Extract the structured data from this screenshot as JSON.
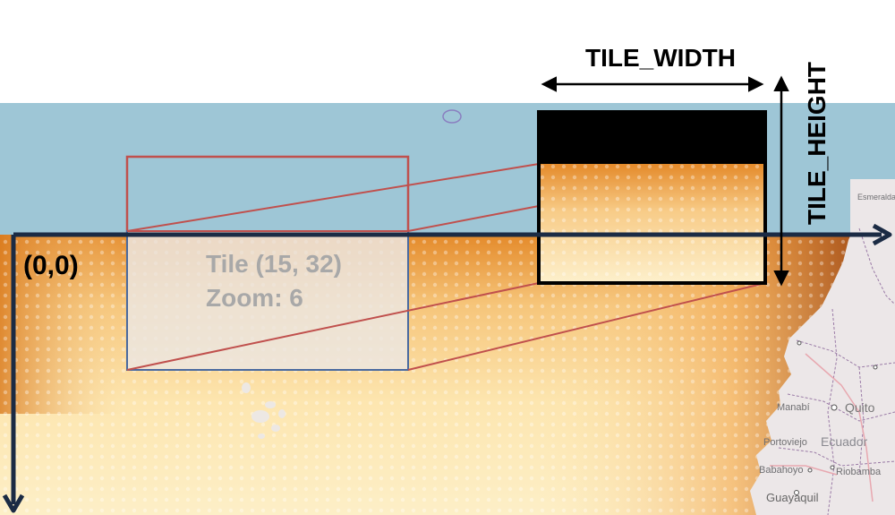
{
  "labels": {
    "tile_width": "TILE_WIDTH",
    "tile_height": "TILE_HEIGHT",
    "origin": "(0,0)",
    "tile_coords": "Tile (15, 32)",
    "zoom": "Zoom: 6"
  },
  "map_labels": {
    "quito": "Quito",
    "ecuador": "Ecuador",
    "manabi": "Manabí",
    "babahoyo": "Babahoyo",
    "riobamba": "Riobamba",
    "guayaquil": "Guayaquil",
    "esmeraldas": "Esmeraldas",
    "portoviejo": "Portoviejo"
  },
  "colors": {
    "ocean": "#9ec6d6",
    "heat_light": "#fdeec4",
    "heat_mid": "#f3b15a",
    "heat_dark": "#8a3208",
    "land": "#ece7e8",
    "axis": "#1b2b44",
    "red_frame": "#c0504d",
    "blue_frame": "#4a6a9f",
    "tile_border": "#000000"
  }
}
